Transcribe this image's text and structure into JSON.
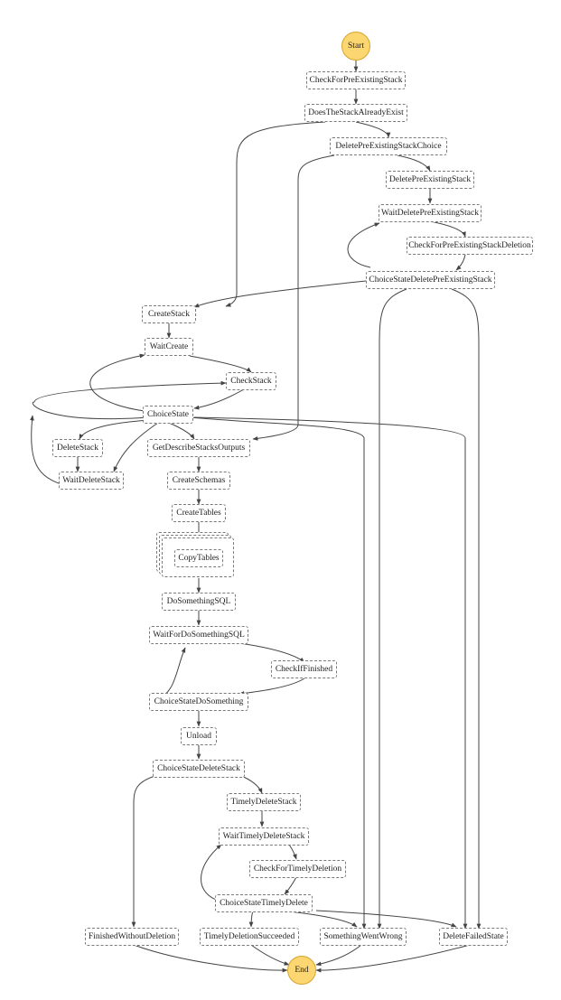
{
  "terminals": {
    "start": "Start",
    "end": "End"
  },
  "states": {
    "check_for_pre_existing_stack": "CheckForPreExistingStack",
    "does_the_stack_already_exist": "DoesTheStackAlreadyExist",
    "delete_pre_existing_stack_choice": "DeletePreExistingStackChoice",
    "delete_pre_existing_stack": "DeletePreExistingStack",
    "wait_delete_pre_existing_stack": "WaitDeletePreExistingStack",
    "check_for_pre_existing_stack_deletion": "CheckForPreExistingStackDeletion",
    "choice_state_delete_pre_existing_stack": "ChoiceStateDeletePreExistingStack",
    "create_stack": "CreateStack",
    "wait_create": "WaitCreate",
    "check_stack": "CheckStack",
    "choice_state": "ChoiceState",
    "delete_stack": "DeleteStack",
    "get_describe_stacks_outputs": "GetDescribeStacksOutputs",
    "wait_delete_stack": "WaitDeleteStack",
    "create_schemas": "CreateSchemas",
    "create_tables": "CreateTables",
    "copy_tables": "CopyTables",
    "do_something_sql": "DoSomethingSQL",
    "wait_for_do_something_sql": "WaitForDoSomethingSQL",
    "check_if_finished": "CheckIfFinished",
    "choice_state_do_something": "ChoiceStateDoSomething",
    "unload": "Unload",
    "choice_state_delete_stack": "ChoiceStateDeleteStack",
    "timely_delete_stack": "TimelyDeleteStack",
    "wait_timely_delete_stack": "WaitTimelyDeleteStack",
    "check_for_timely_deletion": "CheckForTimelyDeletion",
    "choice_state_timely_delete": "ChoiceStateTimelyDelete",
    "finished_without_deletion": "FinishedWithoutDeletion",
    "timely_deletion_succeeded": "TimelyDeletionSucceeded",
    "something_went_wrong": "SomethingWentWrong",
    "delete_failed_state": "DeleteFailedState"
  },
  "colors": {
    "terminal_fill": "#fcd670",
    "edge": "#444444",
    "node_border": "#7a7a7a"
  }
}
